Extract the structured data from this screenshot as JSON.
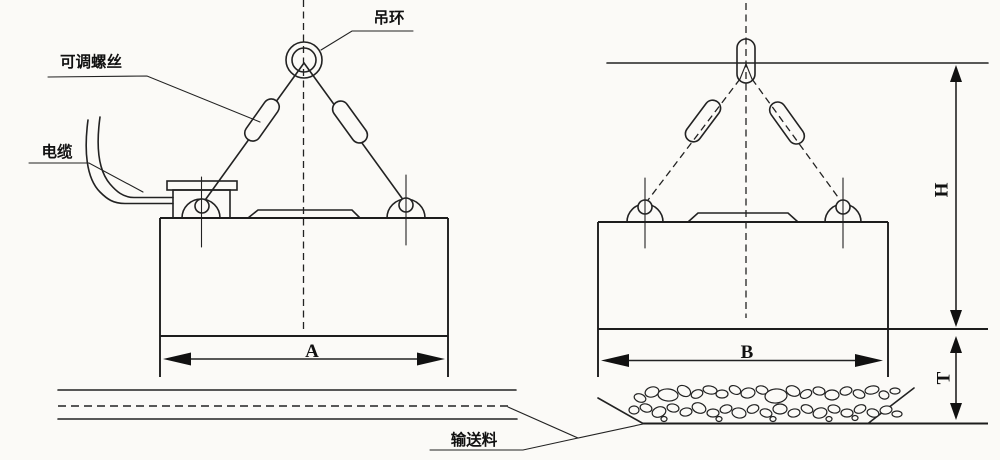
{
  "labels": {
    "lifting_ring": "吊环",
    "adjustable_screw": "可调螺丝",
    "cable": "电缆",
    "conveyed_material": "输送料"
  },
  "dimensions": {
    "width_a": "A",
    "width_b": "B",
    "height_h": "H",
    "clearance_t": "T"
  },
  "colors": {
    "line": "#222222",
    "background": "#fbfaf7",
    "arrow_fill": "#111111"
  }
}
